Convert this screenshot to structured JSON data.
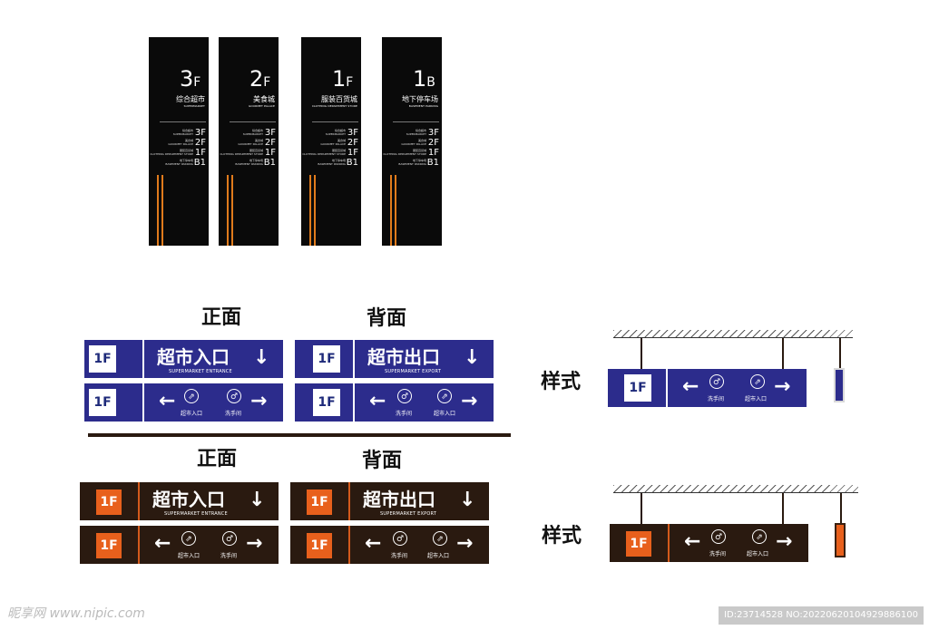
{
  "pylons": [
    {
      "floor_num": "3",
      "floor_unit": "F",
      "name_cn": "综合超市",
      "name_en": "SUPERMARKET"
    },
    {
      "floor_num": "2",
      "floor_unit": "F",
      "name_cn": "美食城",
      "name_en": "GOURMET PALACE"
    },
    {
      "floor_num": "1",
      "floor_unit": "F",
      "name_cn": "服装百货城",
      "name_en": "CLOTHING DEPARTMENT STORE"
    },
    {
      "floor_num": "1",
      "floor_unit": "B",
      "name_cn": "地下停车场",
      "name_en": "BASEMENT PARKING"
    }
  ],
  "directory": [
    {
      "cn": "综合超市",
      "en": "SUPERMARKET",
      "floor": "3F"
    },
    {
      "cn": "美食城",
      "en": "GOURMET PALACE",
      "floor": "2F"
    },
    {
      "cn": "服装百货城",
      "en": "CLOTHING DEPARTMENT STORE",
      "floor": "1F"
    },
    {
      "cn": "地下停车场",
      "en": "BASEMENT PARKING",
      "floor": "B1"
    }
  ],
  "labels": {
    "front": "正面",
    "back": "背面",
    "style": "样式"
  },
  "signs": {
    "floor": "1F",
    "entrance_cn": "超市入口",
    "entrance_en": "SUPERMARKET ENTRANCE",
    "exit_cn": "超市出口",
    "exit_en": "SUPERMARKET EXPORT",
    "restroom": "洗手间",
    "supermarket_entry": "超市入口",
    "arrow_down": "↓",
    "arrow_left": "←",
    "arrow_right": "→"
  },
  "footer": {
    "watermark": "昵享网 www.nipic.com",
    "id_text": "ID:23714528 NO:20220620104929886100"
  },
  "colors": {
    "blue": "#2c2c8c",
    "brown": "#2a1a10",
    "orange": "#e8601c",
    "stripe": "#e07b1c"
  }
}
